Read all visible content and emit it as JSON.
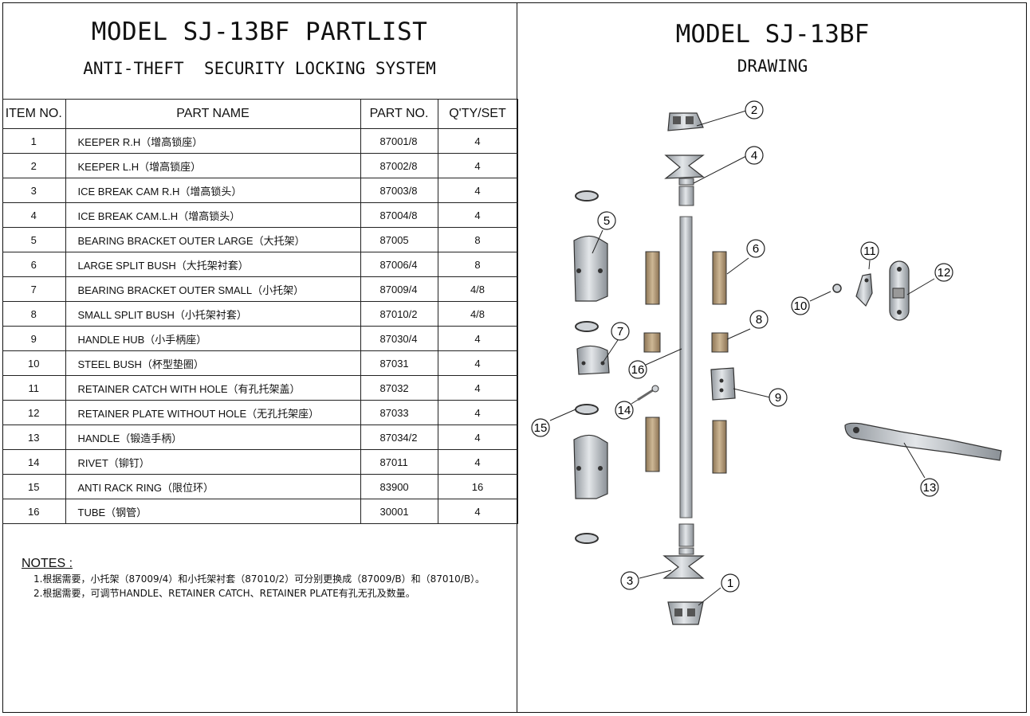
{
  "partlist": {
    "title": "MODEL SJ-13BF PARTLIST",
    "subtitle": "ANTI-THEFT  SECURITY LOCKING SYSTEM",
    "columns": [
      "ITEM NO.",
      "PART NAME",
      "PART NO.",
      "Q'TY/SET"
    ],
    "rows": [
      {
        "item": "1",
        "name": "KEEPER R.H（增高锁座）",
        "part_no": "87001/8",
        "qty": "4"
      },
      {
        "item": "2",
        "name": "KEEPER L.H（增高锁座）",
        "part_no": "87002/8",
        "qty": "4"
      },
      {
        "item": "3",
        "name": "ICE BREAK CAM R.H（增高锁头）",
        "part_no": "87003/8",
        "qty": "4"
      },
      {
        "item": "4",
        "name": "ICE BREAK CAM.L.H（增高锁头）",
        "part_no": "87004/8",
        "qty": "4"
      },
      {
        "item": "5",
        "name": "BEARING BRACKET OUTER LARGE（大托架）",
        "part_no": "87005",
        "qty": "8"
      },
      {
        "item": "6",
        "name": "LARGE SPLIT BUSH（大托架衬套）",
        "part_no": "87006/4",
        "qty": "8"
      },
      {
        "item": "7",
        "name": "BEARING BRACKET OUTER SMALL（小托架）",
        "part_no": "87009/4",
        "qty": "4/8"
      },
      {
        "item": "8",
        "name": "SMALL SPLIT BUSH（小托架衬套）",
        "part_no": "87010/2",
        "qty": "4/8"
      },
      {
        "item": "9",
        "name": "HANDLE HUB（小手柄座）",
        "part_no": "87030/4",
        "qty": "4"
      },
      {
        "item": "10",
        "name": "STEEL BUSH（杯型垫圈）",
        "part_no": "87031",
        "qty": "4"
      },
      {
        "item": "11",
        "name": "RETAINER CATCH WITH HOLE（有孔托架盖）",
        "part_no": "87032",
        "qty": "4"
      },
      {
        "item": "12",
        "name": "RETAINER PLATE WITHOUT HOLE（无孔托架座）",
        "part_no": "87033",
        "qty": "4"
      },
      {
        "item": "13",
        "name": "HANDLE（锻造手柄）",
        "part_no": "87034/2",
        "qty": "4"
      },
      {
        "item": "14",
        "name": "RIVET（铆钉）",
        "part_no": "87011",
        "qty": "4"
      },
      {
        "item": "15",
        "name": "ANTI RACK RING（限位环）",
        "part_no": "83900",
        "qty": "16"
      },
      {
        "item": "16",
        "name": "TUBE（钢管）",
        "part_no": "30001",
        "qty": "4"
      }
    ],
    "notes_label": "NOTES :",
    "notes": [
      "1.根据需要，小托架（87009/4）和小托架衬套（87010/2）可分别更换成（87009/B）和（87010/B）。",
      "2.根据需要，可调节HANDLE、RETAINER CATCH、RETAINER PLATE有孔无孔及数量。"
    ]
  },
  "drawing": {
    "title": "MODEL SJ-13BF",
    "subtitle": "DRAWING",
    "callouts": [
      "1",
      "2",
      "3",
      "4",
      "5",
      "6",
      "7",
      "8",
      "9",
      "10",
      "11",
      "12",
      "13",
      "14",
      "15",
      "16"
    ],
    "colors": {
      "metal": "#b9bec4",
      "bush": "#b39a78",
      "line": "#222222"
    }
  }
}
